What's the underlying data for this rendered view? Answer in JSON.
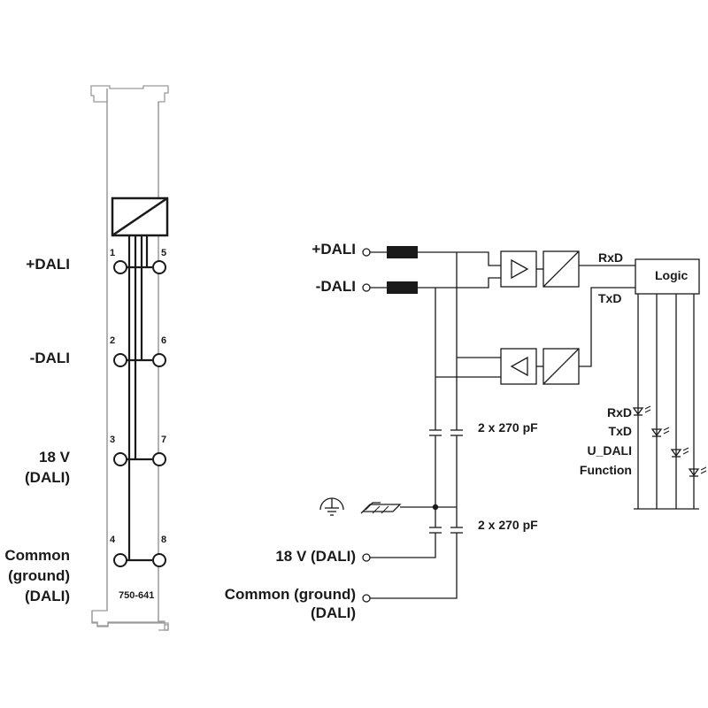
{
  "module": {
    "model": "750-641",
    "terminals": {
      "t1": "1",
      "t2": "2",
      "t3": "3",
      "t4": "4",
      "t5": "5",
      "t6": "6",
      "t7": "7",
      "t8": "8"
    },
    "labels": {
      "dali_plus": "+DALI",
      "dali_minus": "-DALI",
      "v18_line1": "18 V",
      "v18_line2": "(DALI)",
      "common_line1": "Common",
      "common_line2": "(ground)",
      "common_line3": "(DALI)"
    }
  },
  "schematic": {
    "in_dali_plus": "+DALI",
    "in_dali_minus": "-DALI",
    "in_18v": "18 V (DALI)",
    "in_common_line1": "Common (ground)",
    "in_common_line2": "(DALI)",
    "cap_label_1": "2 x 270 pF",
    "cap_label_2": "2 x 270 pF",
    "rxd": "RxD",
    "txd": "TxD",
    "logic": "Logic",
    "led_rxd": "RxD",
    "led_txd": "TxD",
    "led_udali": "U_DALI",
    "led_function": "Function"
  }
}
